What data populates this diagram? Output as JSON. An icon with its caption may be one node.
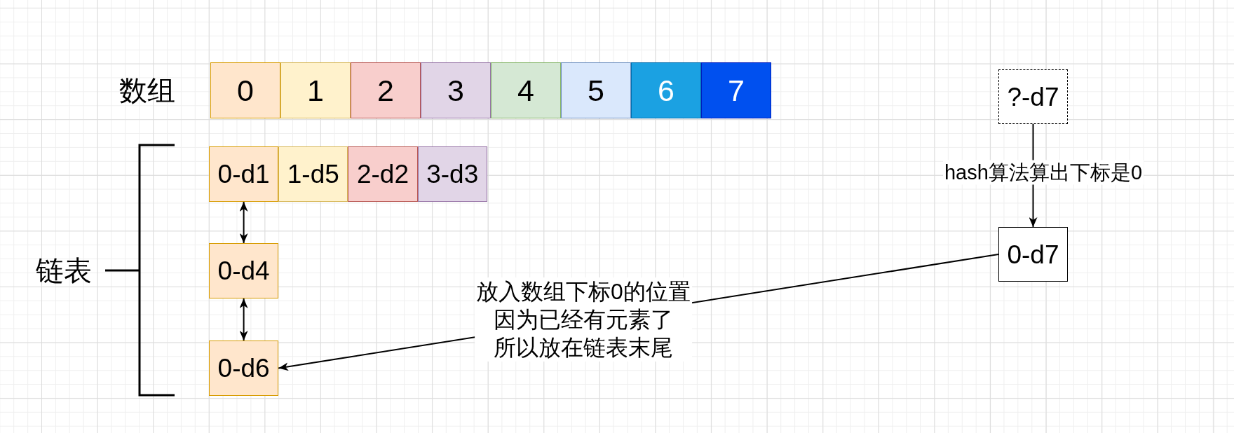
{
  "diagram": {
    "nodes": [
      {
        "text": [
          "0"
        ]
      },
      {
        "text": [
          "1"
        ]
      },
      {
        "text": [
          "2"
        ]
      },
      {
        "text": [
          "3"
        ]
      },
      {
        "text": [
          "4"
        ]
      },
      {
        "text": [
          "5"
        ]
      },
      {
        "text": [
          "6"
        ]
      },
      {
        "text": [
          "7"
        ]
      },
      {
        "text": [
          "?-d7"
        ]
      },
      {
        "text": [
          "0-d1"
        ]
      },
      {
        "text": [
          "1-d5"
        ]
      },
      {
        "text": [
          "2-d2"
        ]
      },
      {
        "text": [
          "3-d3"
        ]
      },
      {
        "text": [
          "0-d4"
        ]
      },
      {
        "text": [
          "0-d6"
        ]
      },
      {
        "text": [
          "0-d7"
        ]
      }
    ],
    "edges": [
      {
        "from": 9,
        "to": 13,
        "arrow": "both"
      },
      {
        "from": 13,
        "to": 14,
        "arrow": "both"
      },
      {
        "from": 8,
        "to": 15,
        "arrow": "to",
        "label": "hash算法算出下标是0"
      },
      {
        "from": 15,
        "to": 14,
        "arrow": "to",
        "label": "放入数组下标0的位置因为已经有元素了所以放在链表末尾"
      }
    ],
    "labels": [
      "数组",
      "链表"
    ]
  }
}
